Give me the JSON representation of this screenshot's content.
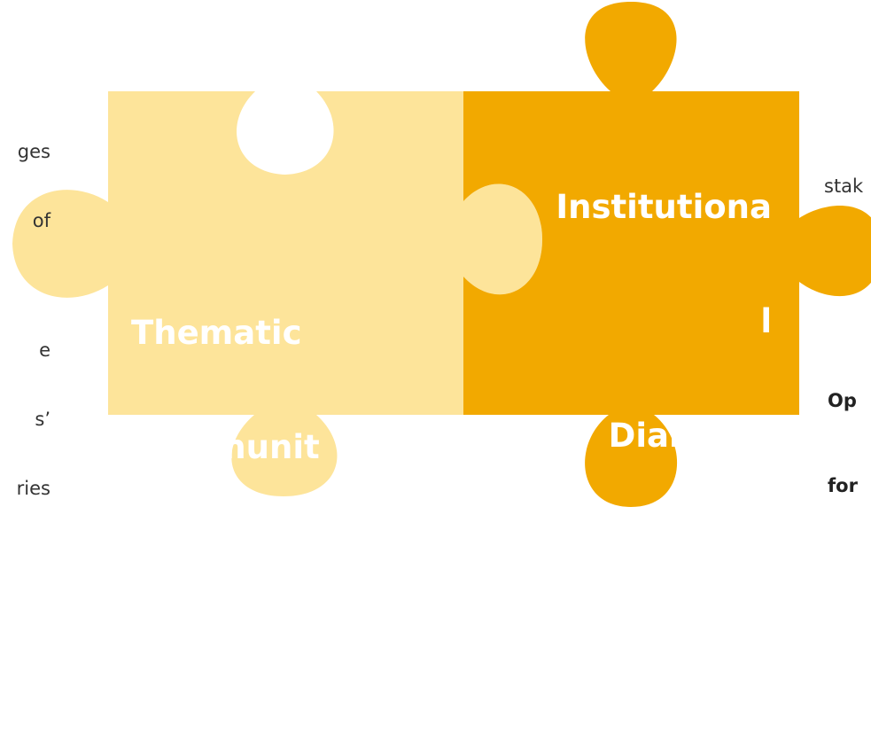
{
  "colors": {
    "background": "#ffffff",
    "left_piece": "#fde49a",
    "right_piece": "#f2a900",
    "left_title": "#ffffff",
    "right_title": "#ffffff",
    "side_text": "#333333"
  },
  "left_piece": {
    "title_lines": [
      "Thematic",
      "Communit",
      "y",
      "Project"
    ]
  },
  "right_piece": {
    "title_lines": [
      "Institutiona",
      "l",
      "Dialogue",
      "Project",
      "(D4N)"
    ]
  },
  "left_text": {
    "top_lines": [
      "ges",
      "of"
    ],
    "bottom_lines": [
      "e",
      "s’",
      "ries"
    ]
  },
  "right_text": {
    "top": "stak",
    "bottom_lines": [
      "Op",
      "for"
    ]
  }
}
